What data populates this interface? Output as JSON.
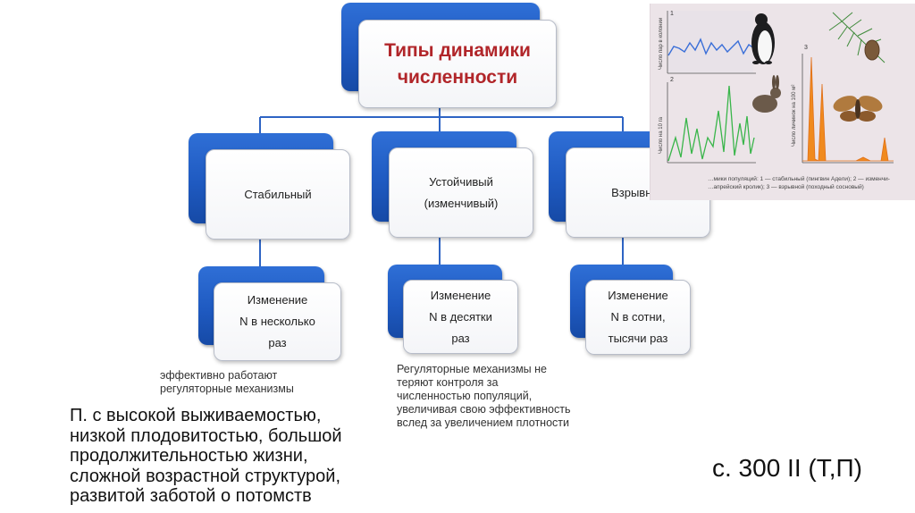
{
  "diagram": {
    "title": "Типы динамики\nчисленности",
    "types": [
      {
        "label": "Стабильный",
        "change": "Изменение\nN в несколько\nраз"
      },
      {
        "label": "Устойчивый\n(изменчивый)",
        "change": "Изменение\nN в десятки\nраз"
      },
      {
        "label": "Взрывной",
        "change": "Изменение\nN в сотни,\nтысячи раз"
      }
    ]
  },
  "notes": {
    "stable_note": "эффективно работают\nрегуляторные механизмы",
    "stable_big_note": "П. с высокой выживаемостью,\nнизкой плодовитостью, большой\nпродолжительностью жизни,\nсложной возрастной структурой,\nразвитой заботой о потомств",
    "variable_note": "Регуляторные механизмы не\nтеряют контроля за\nчисленностью популяций,\nувеличивая свою эффективность\nвслед за увеличением плотности"
  },
  "page_ref": "с. 300 II (Т,П)",
  "figure": {
    "panel_numbers": [
      "1",
      "2",
      "3"
    ],
    "y_axis_left_top": "Число пар в колонии",
    "y_axis_left_bottom": "Число на 10 га",
    "y_axis_right": "Число личинок на 100 м²",
    "caption": "…мики популяций: 1 — стабильный (пингвин Адели); 2 — изменчи-\n…апрейский кролик); 3 — взрывной (походный сосновый)"
  },
  "colors": {
    "box_blue": "#1f5ac1",
    "title_red": "#b1262a",
    "connector": "#2e64c4",
    "chart_line_blue": "#3a6fd8",
    "chart_line_green": "#39b54a",
    "chart_fill_orange": "#f08a1e"
  }
}
